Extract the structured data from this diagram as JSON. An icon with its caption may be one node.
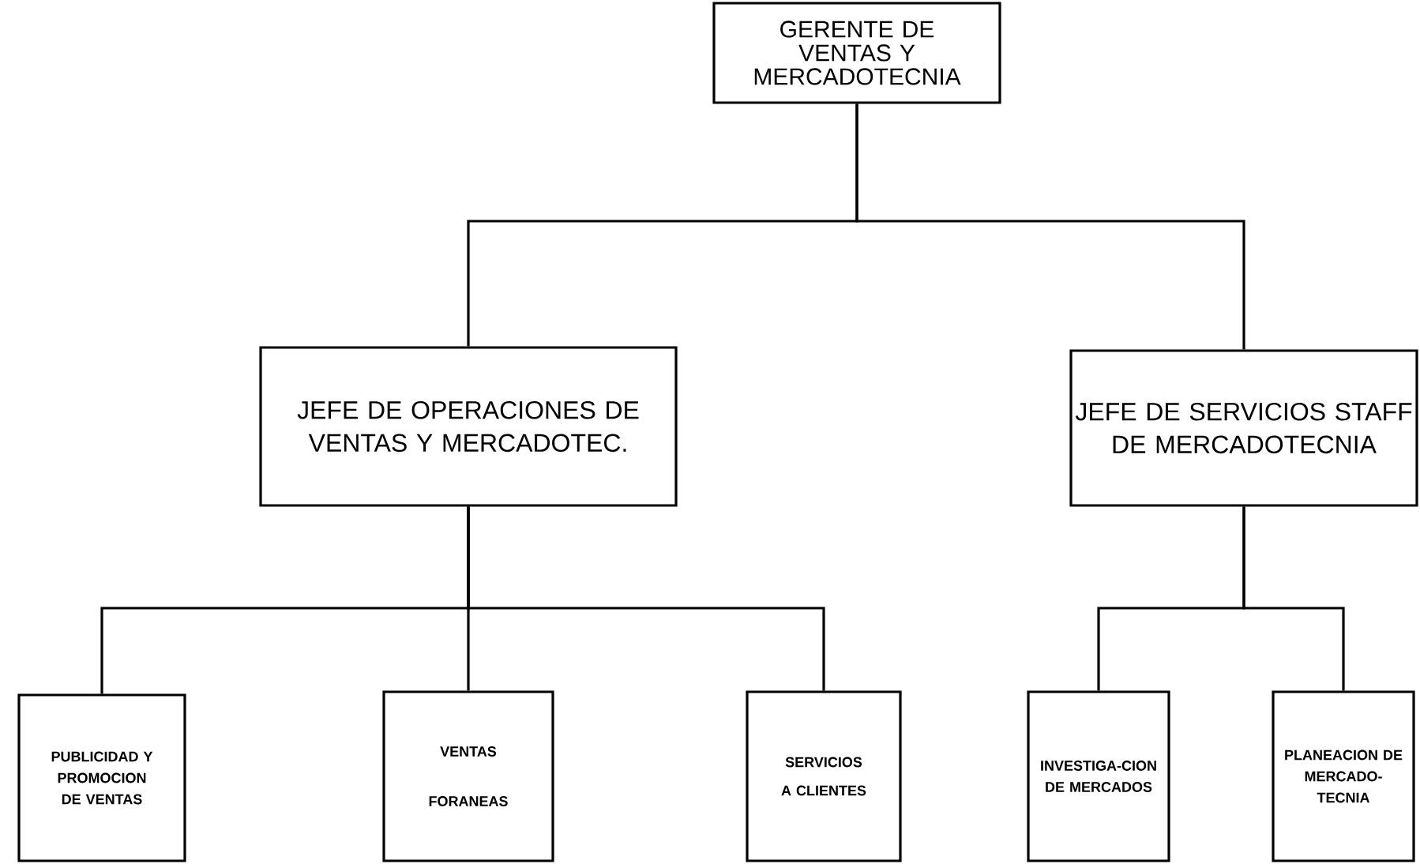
{
  "diagram": {
    "nodes": [
      {
        "text": [
          "GERENTE DE VENTAS Y MERCADOTECNIA"
        ]
      },
      {
        "text": [
          "JEFE DE OPERACIONES DE VENTAS Y MERCADOTEC."
        ]
      },
      {
        "text": [
          "JEFE DE SERVICIOS STAFF DE MERCADOTECNIA"
        ]
      },
      {
        "text": [
          "PUBLICIDAD Y PROMOCION DE VENTAS"
        ]
      },
      {
        "text": [
          "VENTAS FORANEAS"
        ]
      },
      {
        "text": [
          "SERVICIOS A CLIENTES"
        ]
      },
      {
        "text": [
          "INVESTIGA-CION DE MERCADOS"
        ]
      },
      {
        "text": [
          "PLANEACION DE MERCADO-TECNIA"
        ]
      }
    ],
    "edges": [
      {
        "from": 0,
        "to": 1,
        "arrow": "none"
      },
      {
        "from": 0,
        "to": 2,
        "arrow": "none"
      },
      {
        "from": 1,
        "to": 3,
        "arrow": "none"
      },
      {
        "from": 1,
        "to": 4,
        "arrow": "none"
      },
      {
        "from": 1,
        "to": 5,
        "arrow": "none"
      },
      {
        "from": 2,
        "to": 6,
        "arrow": "none"
      },
      {
        "from": 2,
        "to": 7,
        "arrow": "none"
      }
    ]
  }
}
